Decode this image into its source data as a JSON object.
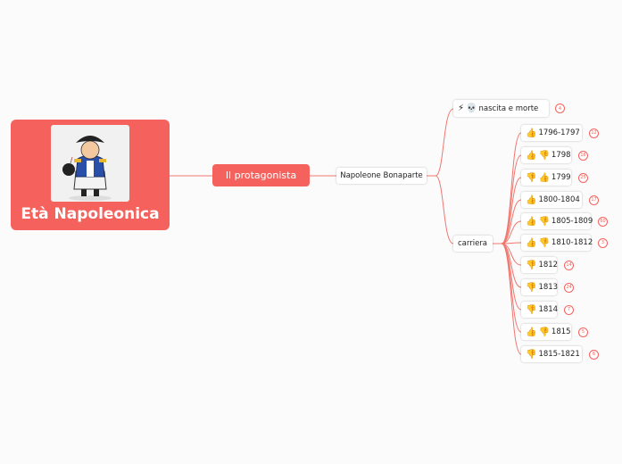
{
  "root": {
    "title": "Età Napoleonica",
    "image_icon": "napoleon-caricature"
  },
  "main": {
    "label": "Il protagonista"
  },
  "sub": {
    "label": "Napoleone Bonaparte"
  },
  "nascita": {
    "label": "nascita e morte",
    "icons": [
      "⚡",
      "💀"
    ],
    "badge": "4"
  },
  "carriera": {
    "label": "carriera"
  },
  "years": [
    {
      "label": "1796-1797",
      "icons": [
        "👍"
      ],
      "badge": "12"
    },
    {
      "label": "1798",
      "icons": [
        "👍",
        "👎"
      ],
      "badge": "16"
    },
    {
      "label": "1799",
      "icons": [
        "👎",
        "👍"
      ],
      "badge": "25"
    },
    {
      "label": "1800-1804",
      "icons": [
        "👍"
      ],
      "badge": "17"
    },
    {
      "label": "1805-1809",
      "icons": [
        "👍",
        "👎"
      ],
      "badge": "60"
    },
    {
      "label": "1810-1812",
      "icons": [
        "👍",
        "👎"
      ],
      "badge": "3"
    },
    {
      "label": "1812",
      "icons": [
        "👎"
      ],
      "badge": "14"
    },
    {
      "label": "1813",
      "icons": [
        "👎"
      ],
      "badge": "24"
    },
    {
      "label": "1814",
      "icons": [
        "👎"
      ],
      "badge": "7"
    },
    {
      "label": "1815",
      "icons": [
        "👍",
        "👎"
      ],
      "badge": "5"
    },
    {
      "label": "1815-1821",
      "icons": [
        "👎"
      ],
      "badge": "6"
    }
  ],
  "colors": {
    "accent": "#f5625d",
    "line": "#f0776f"
  }
}
